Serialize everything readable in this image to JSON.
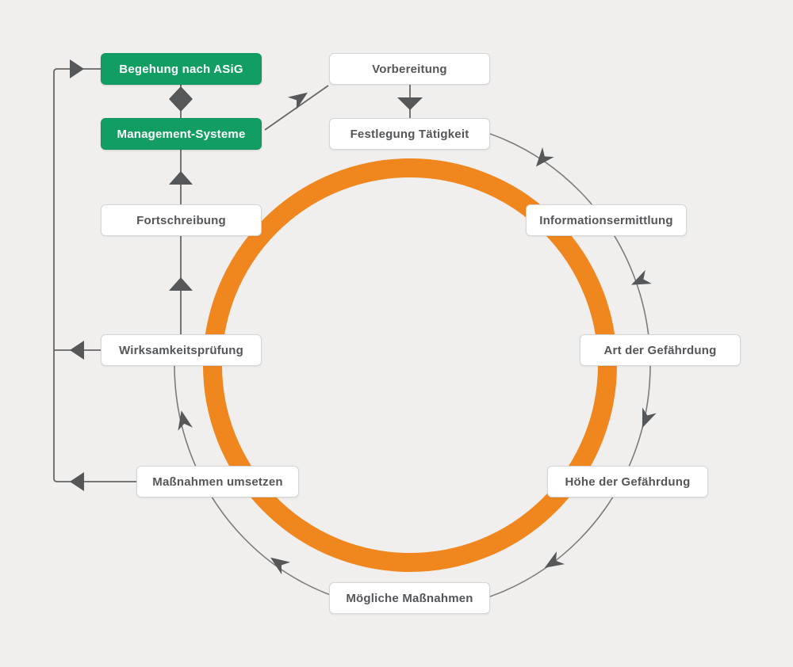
{
  "colors": {
    "background": "#f0efee",
    "ring_orange": "#ef861e",
    "node_green": "#129e63",
    "node_white_bg": "#ffffff",
    "node_border": "#d5d5d5",
    "text_dark": "#54565a",
    "text_light": "#ffffff",
    "connector": "#666666",
    "arrowhead": "#555759"
  },
  "diagram": {
    "type": "cycle",
    "flow_direction": "clockwise",
    "nodes": {
      "begehung_nach_asig": {
        "label": "Begehung nach ASiG",
        "style": "green"
      },
      "management_systeme": {
        "label": "Management-Systeme",
        "style": "green"
      },
      "vorbereitung": {
        "label": "Vorbereitung",
        "style": "white"
      },
      "festlegung_taetigkeit": {
        "label": "Festlegung Tätigkeit",
        "style": "white"
      },
      "informationsermittlung": {
        "label": "Informationsermittlung",
        "style": "white"
      },
      "art_der_gefaehrdung": {
        "label": "Art der Gefährdung",
        "style": "white"
      },
      "hoehe_der_gefaehrdung": {
        "label": "Höhe der Gefährdung",
        "style": "white"
      },
      "moegliche_massnahmen": {
        "label": "Mögliche Maßnahmen",
        "style": "white"
      },
      "massnahmen_umsetzen": {
        "label": "Maßnahmen umsetzen",
        "style": "white"
      },
      "wirksamkeitspruefung": {
        "label": "Wirksamkeitsprüfung",
        "style": "white"
      },
      "fortschreibung": {
        "label": "Fortschreibung",
        "style": "white"
      }
    }
  }
}
